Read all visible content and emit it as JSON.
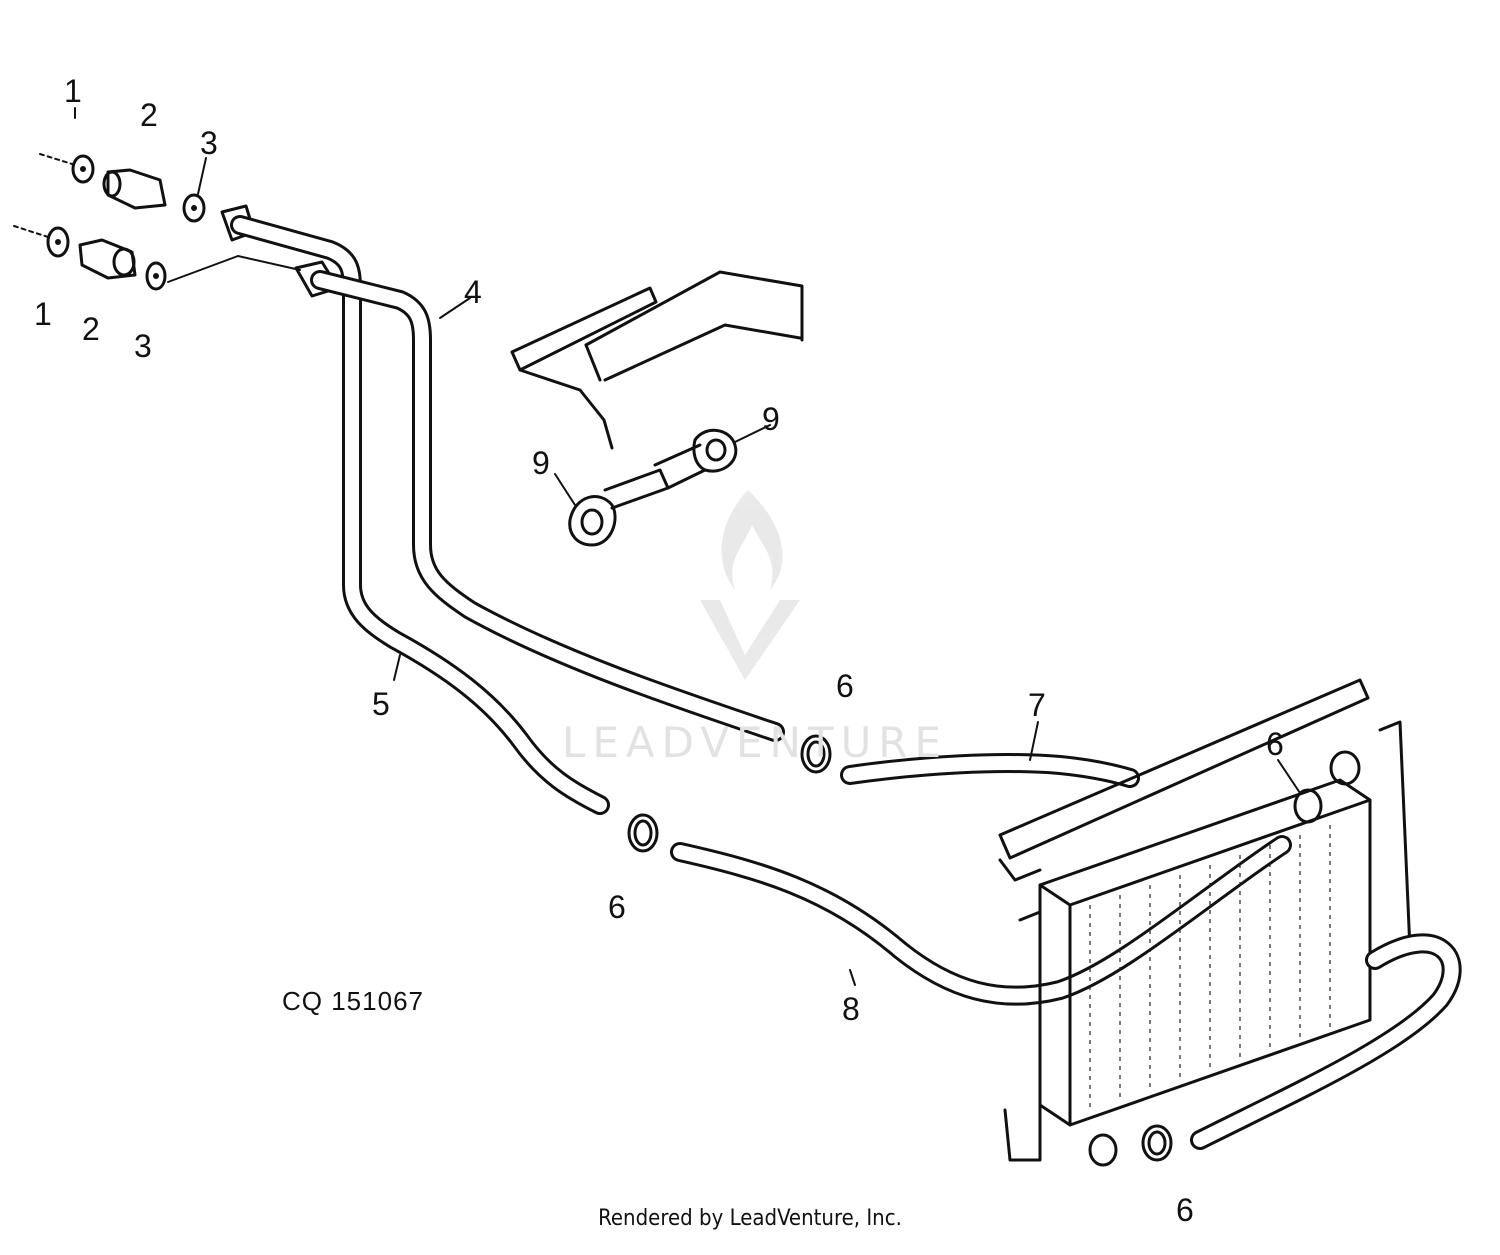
{
  "diagram": {
    "callouts": {
      "c1a": "1",
      "c1b": "1",
      "c2a": "2",
      "c2b": "2",
      "c3a": "3",
      "c3b": "3",
      "c4": "4",
      "c5": "5",
      "c6a": "6",
      "c6b": "6",
      "c6c": "6",
      "c6d": "6",
      "c7": "7",
      "c8": "8",
      "c9a": "9",
      "c9b": "9"
    },
    "figure_code": "CQ 151067",
    "watermark": "LEADVENTURE",
    "footer": "Rendered by LeadVenture, Inc."
  }
}
